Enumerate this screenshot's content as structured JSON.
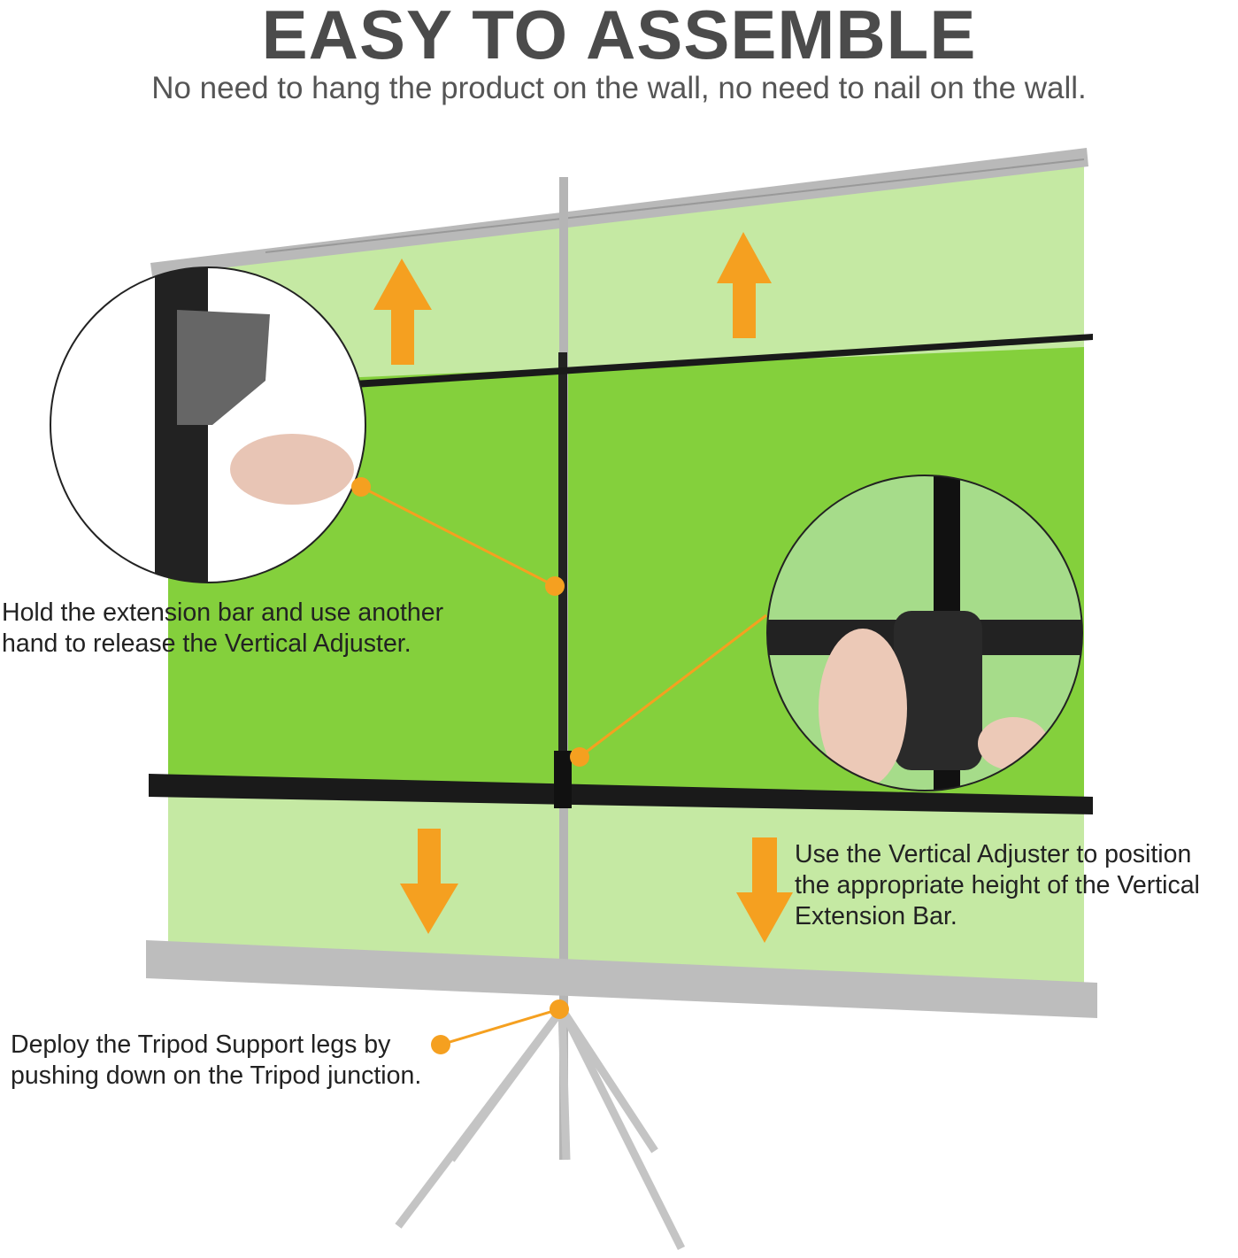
{
  "header": {
    "title": "EASY TO ASSEMBLE",
    "subtitle": "No need to hang the product on the wall, no need to nail on the wall."
  },
  "callouts": [
    {
      "line1": "Hold the extension bar and use another",
      "line2": "hand to release the Vertical Adjuster."
    },
    {
      "line1": "Use the Vertical Adjuster to position",
      "line2": "the appropriate height of the Vertical",
      "line3": "Extension Bar."
    },
    {
      "line1": "Deploy the Tripod Support legs by",
      "line2": "pushing down on the Tripod junction."
    }
  ],
  "colors": {
    "screen_green": "#84d03c",
    "faded_green": "#c5e9a3",
    "arrow_orange": "#f5a020",
    "bar_black": "#1a1a1a",
    "faded_gray": "#b5b5b5"
  }
}
